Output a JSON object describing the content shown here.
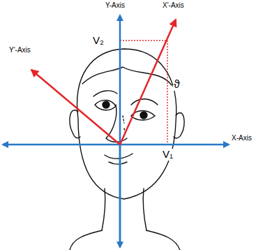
{
  "diagram": {
    "labels": [
      "Y-Axis",
      "X'-Axis",
      "V₂",
      "Y'-Axis",
      "ϑ",
      "V₁",
      "X-Axis"
    ]
  }
}
